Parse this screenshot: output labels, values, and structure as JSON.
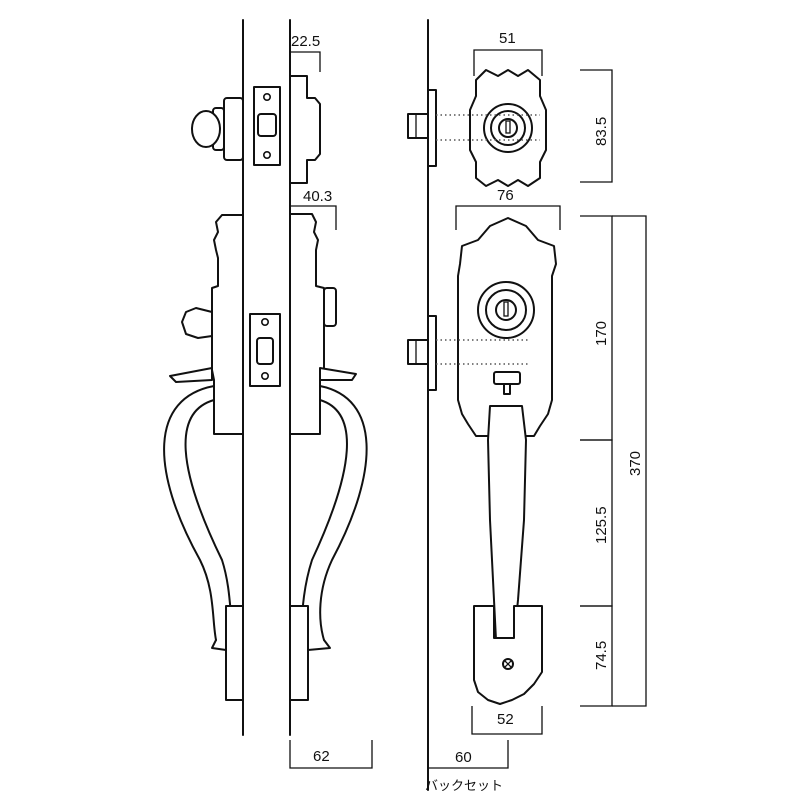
{
  "dimensions": {
    "side_deadbolt_projection": "22.5",
    "side_handleset_projection": "40.3",
    "side_handle_depth": "62",
    "front_deadbolt_width": "51",
    "front_deadbolt_height": "83.5",
    "front_plate_width": "76",
    "front_upper_height": "170",
    "front_handle_height": "125.5",
    "front_lower_height": "74.5",
    "front_total_height": "370",
    "front_lower_width": "52",
    "backset": "60"
  },
  "labels": {
    "backset_caption": "バックセット"
  }
}
